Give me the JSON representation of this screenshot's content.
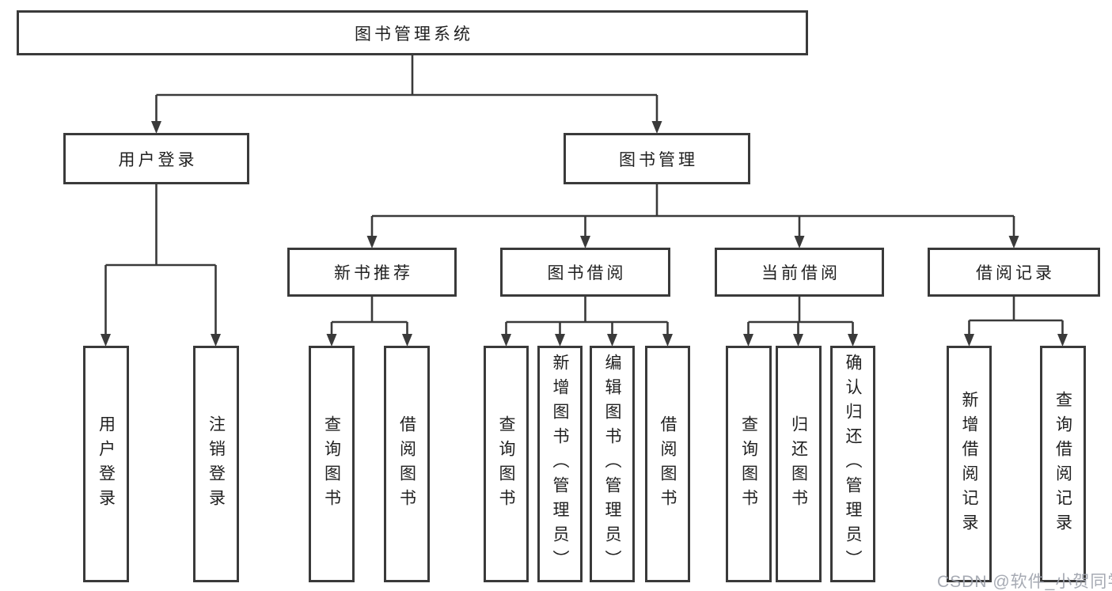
{
  "diagram_type": "hierarchy-tree",
  "tree": {
    "root": {
      "label": "图书管理系统",
      "children": [
        {
          "label": "用户登录",
          "children": [
            {
              "label": "用户登录"
            },
            {
              "label": "注销登录"
            }
          ]
        },
        {
          "label": "图书管理",
          "children": [
            {
              "label": "新书推荐",
              "children": [
                {
                  "label": "查询图书"
                },
                {
                  "label": "借阅图书"
                }
              ]
            },
            {
              "label": "图书借阅",
              "children": [
                {
                  "label": "查询图书"
                },
                {
                  "label": "新增图书（管理员）"
                },
                {
                  "label": "编辑图书（管理员）"
                },
                {
                  "label": "借阅图书"
                }
              ]
            },
            {
              "label": "当前借阅",
              "children": [
                {
                  "label": "查询图书"
                },
                {
                  "label": "归还图书"
                },
                {
                  "label": "确认归还（管理员）"
                }
              ]
            },
            {
              "label": "借阅记录",
              "children": [
                {
                  "label": "新增借阅记录"
                },
                {
                  "label": "查询借阅记录"
                }
              ]
            }
          ]
        }
      ]
    }
  },
  "watermark": "CSDN @软件_小贺同学",
  "colors": {
    "line": "#3a3a3a",
    "box_border": "#3a3a3a",
    "box_fill": "#ffffff",
    "text": "#212121",
    "watermark": "#9ea3ad"
  }
}
